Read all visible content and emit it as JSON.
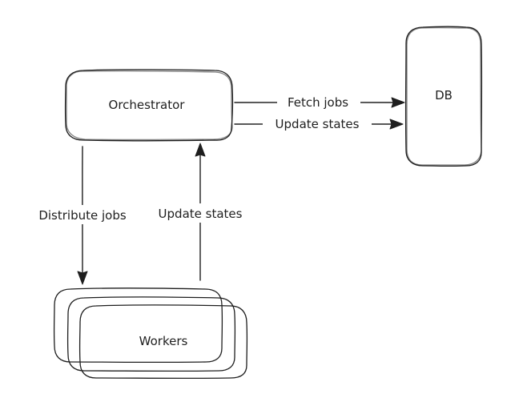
{
  "diagram": {
    "nodes": {
      "orchestrator": {
        "label": "Orchestrator"
      },
      "db": {
        "label": "DB"
      },
      "workers": {
        "label": "Workers"
      }
    },
    "edges": {
      "fetch_jobs": {
        "label": "Fetch jobs",
        "from": "orchestrator",
        "to": "db"
      },
      "update_states_db": {
        "label": "Update states",
        "from": "orchestrator",
        "to": "db"
      },
      "distribute_jobs": {
        "label": "Distribute jobs",
        "from": "orchestrator",
        "to": "workers"
      },
      "update_states_workers": {
        "label": "Update states",
        "from": "workers",
        "to": "orchestrator"
      }
    },
    "colors": {
      "stroke": "#1e1e1e",
      "background": "#ffffff"
    }
  }
}
